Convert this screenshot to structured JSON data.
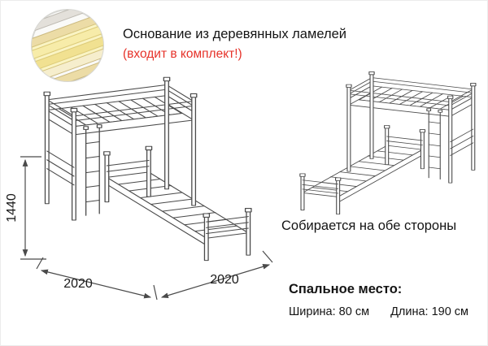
{
  "header": {
    "line1": "Основание из деревянных ламелей",
    "line2": "(входит в комплект!)"
  },
  "inset_icon": "wood-slat-base-photo",
  "dimensions": {
    "height": "1440",
    "width_left": "2020",
    "width_right": "2020"
  },
  "note": "Собирается на обе стороны",
  "sleeping_place": {
    "title": "Спальное место:",
    "width": "Ширина: 80 см",
    "length": "Длина: 190 см"
  },
  "colors": {
    "accent_red": "#e63229",
    "accent_green": "#7ed63c",
    "line": "#4a4a4a"
  }
}
